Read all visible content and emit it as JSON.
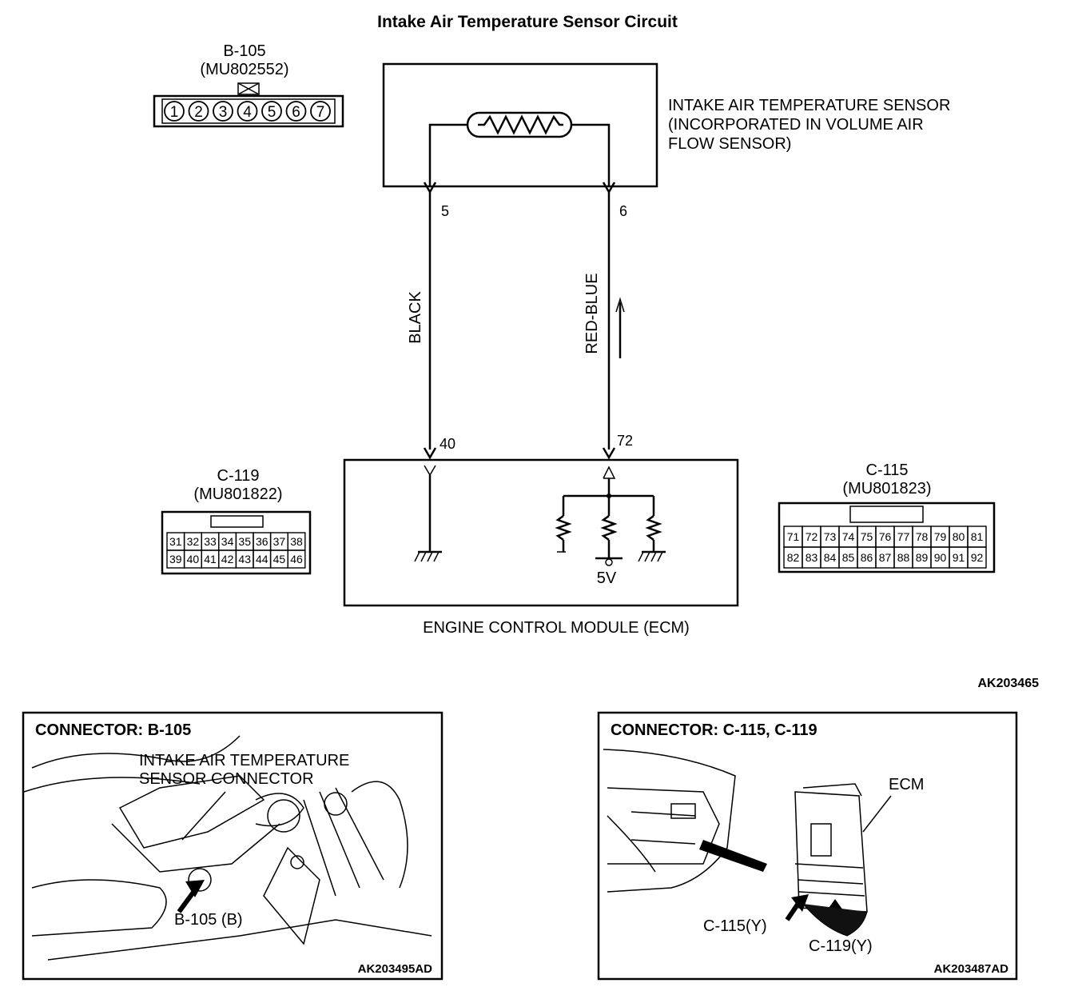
{
  "title": "Intake Air Temperature Sensor Circuit",
  "b105_connector": {
    "id": "B-105",
    "part": "(MU802552)",
    "pins": [
      "1",
      "2",
      "3",
      "4",
      "5",
      "6",
      "7"
    ]
  },
  "sensor": {
    "label_lines": [
      "INTAKE AIR TEMPERATURE SENSOR",
      "(INCORPORATED IN VOLUME AIR",
      "FLOW SENSOR)"
    ]
  },
  "wires": {
    "left": {
      "sensor_pin": "5",
      "color": "BLACK",
      "ecm_pin": "40"
    },
    "right": {
      "sensor_pin": "6",
      "color": "RED-BLUE",
      "ecm_pin": "72"
    }
  },
  "c119_connector": {
    "id": "C-119",
    "part": "(MU801822)",
    "row1": [
      "31",
      "32",
      "33",
      "34",
      "35",
      "36",
      "37",
      "38"
    ],
    "row2": [
      "39",
      "40",
      "41",
      "42",
      "43",
      "44",
      "45",
      "46"
    ]
  },
  "c115_connector": {
    "id": "C-115",
    "part": "(MU801823)",
    "row1": [
      "71",
      "72",
      "73",
      "74",
      "75",
      "76",
      "77",
      "78",
      "79",
      "80",
      "81"
    ],
    "row2": [
      "82",
      "83",
      "84",
      "85",
      "86",
      "87",
      "88",
      "89",
      "90",
      "91",
      "92"
    ]
  },
  "ecm": {
    "label": "ENGINE CONTROL MODULE (ECM)",
    "voltage": "5V"
  },
  "figure_code": "AK203465",
  "photo_left": {
    "heading": "CONNECTOR: B-105",
    "callout_lines": [
      "INTAKE AIR TEMPERATURE",
      "SENSOR CONNECTOR"
    ],
    "pointer": "B-105 (B)",
    "code": "AK203495AD"
  },
  "photo_right": {
    "heading": "CONNECTOR: C-115, C-119",
    "ecm": "ECM",
    "c115": "C-115(Y)",
    "c119": "C-119(Y)",
    "code": "AK203487AD"
  }
}
